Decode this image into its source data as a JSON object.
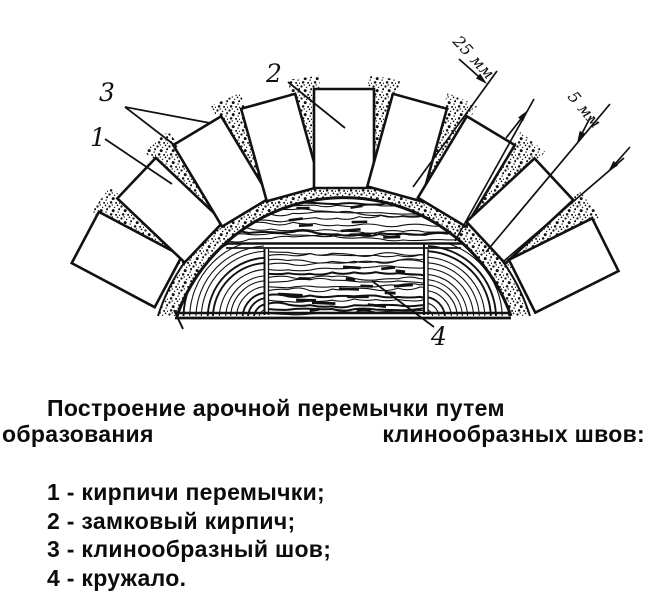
{
  "colors": {
    "ink": "#111111",
    "paper": "#ffffff"
  },
  "diagram": {
    "labels": {
      "l1": "1",
      "l2": "2",
      "l3": "3",
      "l4": "4"
    },
    "dimensions": {
      "outer_joint_width": "25 мм",
      "inner_joint_width": "5 мм"
    }
  },
  "caption": {
    "title_line1": "Построение арочной перемычки путем",
    "title_line2_left": "образования",
    "title_line2_right": "клинообразных швов:",
    "legend": [
      "1 - кирпичи перемычки;",
      "2 - замковый кирпич;",
      "3 - клинообразный шов;",
      "4 - кружало."
    ]
  }
}
